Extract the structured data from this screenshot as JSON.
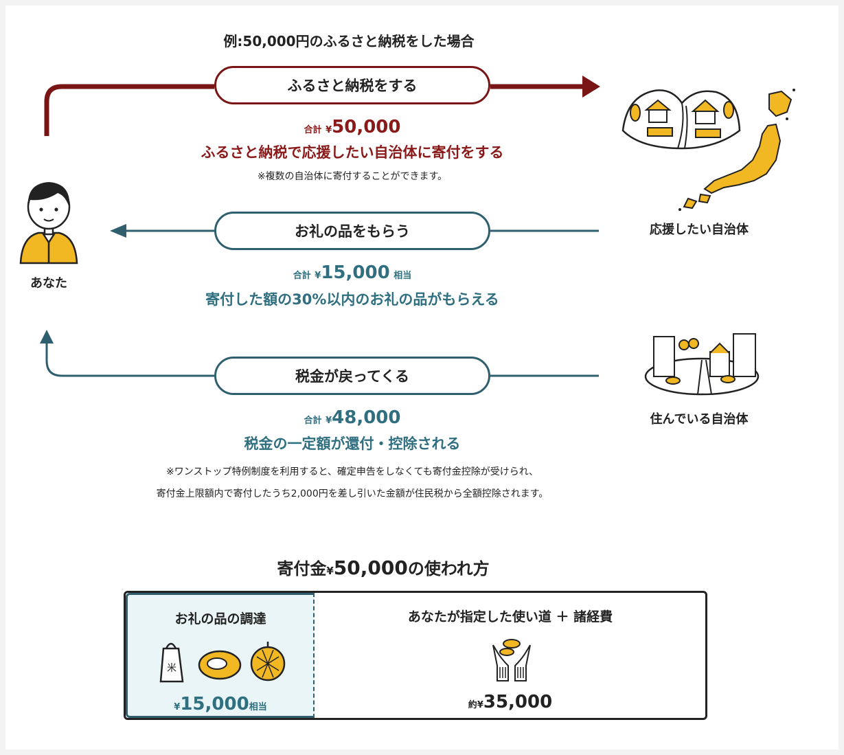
{
  "example_title": "例:50,000円のふるさと納税をした場合",
  "you_label": "あなた",
  "municipality_support_label": "応援したい自治体",
  "municipality_home_label": "住んでいる自治体",
  "step1": {
    "label": "ふるさと納税をする",
    "total_prefix": "合計",
    "yen": "¥",
    "amount": "50,000",
    "desc": "ふるさと納税で応援したい自治体に寄付をする",
    "note": "※複数の自治体に寄付することができます。"
  },
  "step2": {
    "label": "お礼の品をもらう",
    "total_prefix": "合計",
    "yen": "¥",
    "amount": "15,000",
    "suffix": "相当",
    "desc": "寄付した額の30%以内のお礼の品がもらえる"
  },
  "step3": {
    "label": "税金が戻ってくる",
    "total_prefix": "合計",
    "yen": "¥",
    "amount": "48,000",
    "desc": "税金の一定額が還付・控除される",
    "note1": "※ワンストップ特例制度を利用すると、確定申告をしなくても寄付金控除が受けられ、",
    "note2": "寄付金上限額内で寄付したうち2,000円を差し引いた金額が住民税から全額控除されます。"
  },
  "usage": {
    "title_prefix": "寄付金",
    "yen": "¥",
    "amount": "50,000",
    "title_suffix": "の使われ方",
    "left_title": "お礼の品の調達",
    "left_yen": "¥",
    "left_amount": "15,000",
    "left_suffix": "相当",
    "right_title": "あなたが指定した使い道 ＋ 諸経費",
    "right_prefix": "約",
    "right_yen": "¥",
    "right_amount": "35,000"
  },
  "colors": {
    "red": "#7a1515",
    "teal": "#2f5f6f",
    "yellow": "#f2b824",
    "light_teal_bg": "#eaf5f7"
  }
}
